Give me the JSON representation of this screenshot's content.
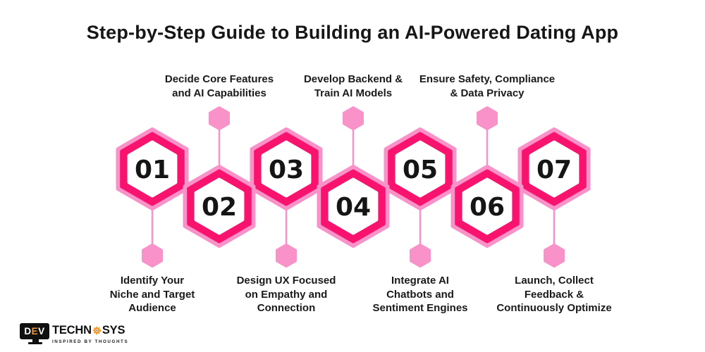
{
  "title": "Step-by-Step Guide to Building an AI-Powered Dating App",
  "colors": {
    "dark_pink": "#F8136E",
    "light_pink": "#F992C8",
    "text_black": "#1a1a1a",
    "logo_orange": "#F7941D",
    "background": "#ffffff"
  },
  "steps": [
    {
      "number": "01",
      "label": "Identify Your\nNiche and Target\nAudience",
      "label_position": "below"
    },
    {
      "number": "02",
      "label": "Decide Core Features\nand AI Capabilities",
      "label_position": "above"
    },
    {
      "number": "03",
      "label": "Design UX Focused\non Empathy and\nConnection",
      "label_position": "below"
    },
    {
      "number": "04",
      "label": "Develop Backend &\nTrain AI Models",
      "label_position": "above"
    },
    {
      "number": "05",
      "label": "Integrate AI\nChatbots and\nSentiment Engines",
      "label_position": "below"
    },
    {
      "number": "06",
      "label": "Ensure Safety, Compliance\n& Data Privacy",
      "label_position": "above"
    },
    {
      "number": "07",
      "label": "Launch, Collect\nFeedback &\nContinuously Optimize",
      "label_position": "below"
    }
  ],
  "logo": {
    "monitor_letters": [
      "D",
      "E",
      "V"
    ],
    "brand_left": "TECHN",
    "brand_right": "SYS",
    "gear_icon": "gear-icon",
    "tagline": "INSPIRED BY THOUGHTS"
  }
}
